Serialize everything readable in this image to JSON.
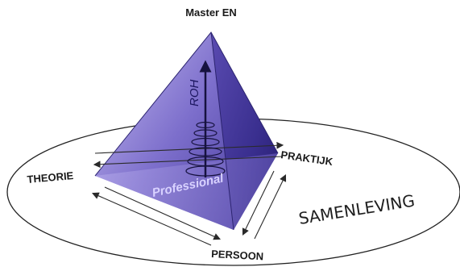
{
  "diagram": {
    "apex_label": "Master EN",
    "axis_label": "ROH",
    "center_label": "Professional",
    "corners": {
      "left": "THEORIE",
      "right": "PRAKTIJK",
      "bottom": "PERSOON"
    },
    "context_label": "SAMENLEVING"
  },
  "colors": {
    "pyramid_light": "#a79adb",
    "pyramid_dark": "#2f2580",
    "spiral": "#16123f",
    "outline": "#222222"
  }
}
